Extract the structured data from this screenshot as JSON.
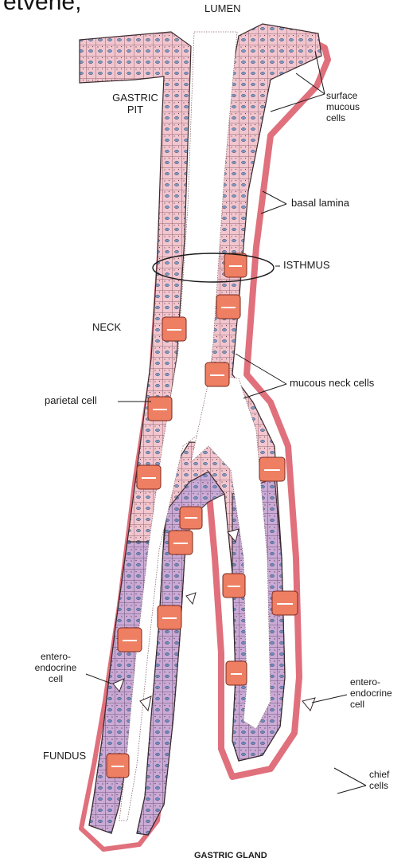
{
  "header_fragment": "etvene,",
  "labels": {
    "lumen": "LUMEN",
    "gastric_pit": [
      "GASTRIC",
      "PIT"
    ],
    "surface_mucous_cells": [
      "surface",
      "mucous",
      "cells"
    ],
    "basal_lamina": "basal lamina",
    "isthmus": "ISTHMUS",
    "neck": "NECK",
    "mucous_neck_cells": "mucous neck cells",
    "parietal_cell": "parietal cell",
    "enteroendocrine_left": [
      "entero-",
      "endocrine",
      "cell"
    ],
    "enteroendocrine_right": [
      "entero-",
      "endocrine",
      "cell"
    ],
    "fundus": "FUNDUS",
    "chief_cells": [
      "chief",
      "cells"
    ],
    "gastric_gland": "GASTRIC GLAND"
  },
  "colors": {
    "surface_cell": "#f2c6cf",
    "chief_cell": "#c9a9d6",
    "parietal_cell": "#ee7f63",
    "basal_lamina": "#e0707c",
    "nucleus": "#7c9bc4",
    "outline": "#3a2a2e"
  }
}
